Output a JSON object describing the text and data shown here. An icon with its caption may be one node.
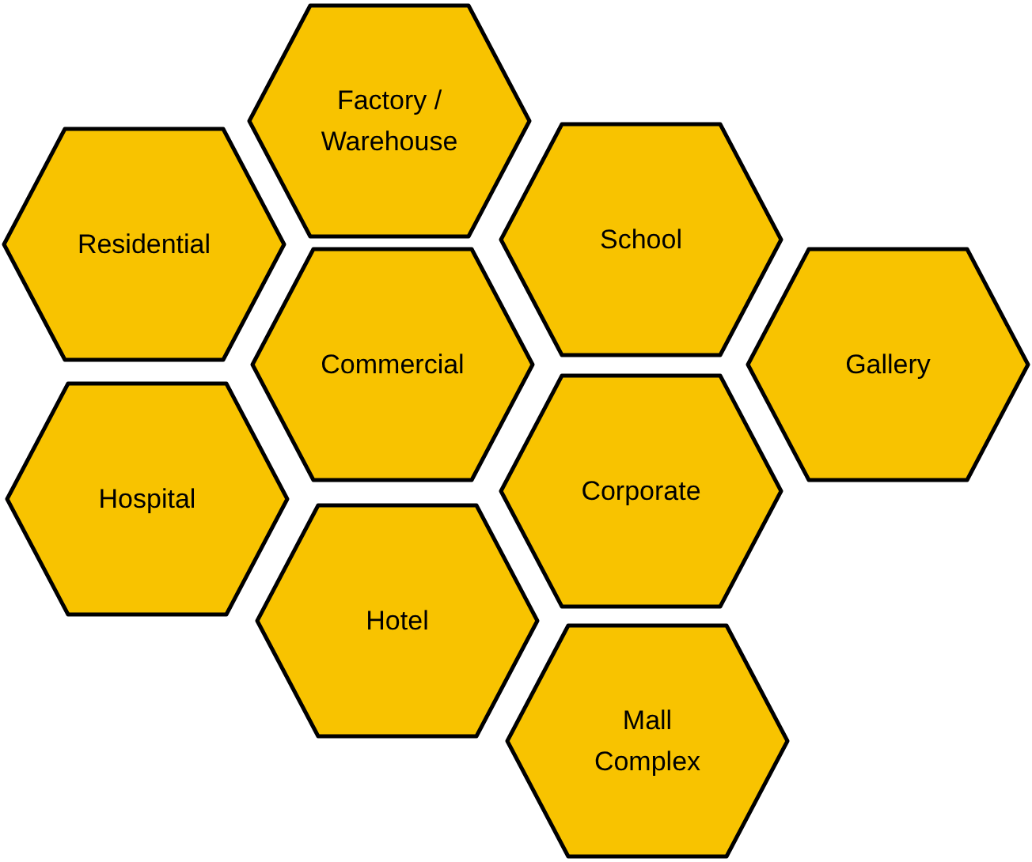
{
  "diagram": {
    "nodes": [
      {
        "text": [
          "Factory / Warehouse"
        ]
      },
      {
        "text": [
          "Residential"
        ]
      },
      {
        "text": [
          "School"
        ]
      },
      {
        "text": [
          "Gallery"
        ]
      },
      {
        "text": [
          "Commercial"
        ]
      },
      {
        "text": [
          "Hospital"
        ]
      },
      {
        "text": [
          "Corporate"
        ]
      },
      {
        "text": [
          "Hotel"
        ]
      },
      {
        "text": [
          "Mall Complex"
        ]
      }
    ]
  }
}
